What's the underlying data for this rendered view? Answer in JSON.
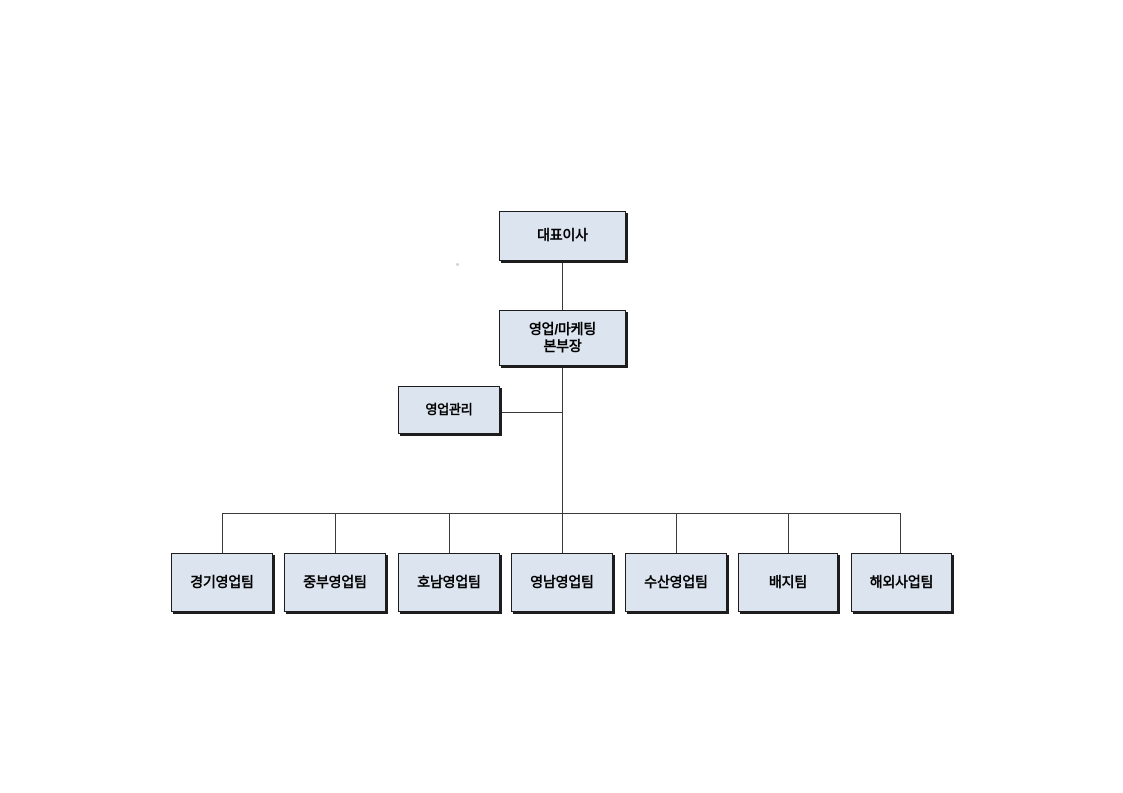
{
  "chart_data": {
    "type": "diagram",
    "diagram_type": "organization-chart",
    "title": "",
    "orientation": "top-down",
    "box_fill_color": "#dce4ef",
    "box_border_color": "#1d1d1d",
    "line_color": "#3a3a3a",
    "background_color": "#ffffff",
    "levels": [
      {
        "level": 0,
        "nodes": [
          "대표이사"
        ]
      },
      {
        "level": 1,
        "nodes": [
          "영업/마케팅\n본부장"
        ]
      },
      {
        "level": 2,
        "nodes": [
          "영업관리"
        ],
        "relation": "staff-assistant"
      },
      {
        "level": 3,
        "nodes": [
          "경기영업팀",
          "중부영업팀",
          "호남영업팀",
          "영남영업팀",
          "수산영업팀",
          "배지팀",
          "해외사업팀"
        ]
      }
    ],
    "edges": [
      {
        "from": "대표이사",
        "to": "영업/마케팅 본부장"
      },
      {
        "from": "영업/마케팅 본부장",
        "to": "영업관리"
      },
      {
        "from": "영업/마케팅 본부장",
        "to": "경기영업팀"
      },
      {
        "from": "영업/마케팅 본부장",
        "to": "중부영업팀"
      },
      {
        "from": "영업/마케팅 본부장",
        "to": "호남영업팀"
      },
      {
        "from": "영업/마케팅 본부장",
        "to": "영남영업팀"
      },
      {
        "from": "영업/마케팅 본부장",
        "to": "수산영업팀"
      },
      {
        "from": "영업/마케팅 본부장",
        "to": "배지팀"
      },
      {
        "from": "영업/마케팅 본부장",
        "to": "해외사업팀"
      }
    ]
  },
  "nodes": {
    "root": {
      "label": "대표이사"
    },
    "division": {
      "label": "영업/마케팅\n본부장"
    },
    "staff": {
      "label": "영업관리"
    },
    "teams": [
      {
        "label": "경기영업팀"
      },
      {
        "label": "중부영업팀"
      },
      {
        "label": "호남영업팀"
      },
      {
        "label": "영남영업팀"
      },
      {
        "label": "수산영업팀"
      },
      {
        "label": "배지팀"
      },
      {
        "label": "해외사업팀"
      }
    ]
  }
}
